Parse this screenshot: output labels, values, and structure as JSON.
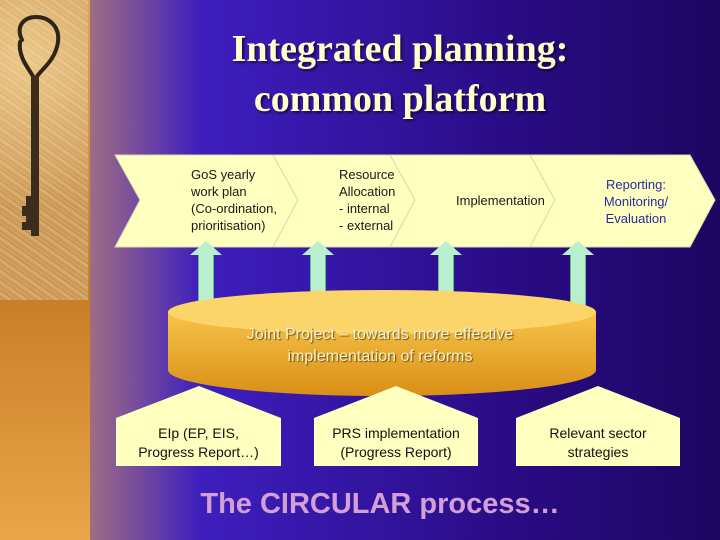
{
  "title": {
    "line1": "Integrated planning:",
    "line2": "common platform"
  },
  "flow_steps": [
    {
      "lines": [
        "GoS yearly",
        "work plan",
        "(Co-ordination,",
        "prioritisation)"
      ]
    },
    {
      "lines": [
        "Resource",
        "Allocation",
        "- internal",
        "- external"
      ]
    },
    {
      "lines": [
        "Implementation"
      ]
    },
    {
      "lines": [
        "Reporting:",
        "Monitoring/",
        "Evaluation"
      ]
    }
  ],
  "joint_project": {
    "line1": "Joint Project – towards more effective",
    "line2": "implementation of reforms"
  },
  "inputs": [
    {
      "line1": "EIp (EP, EIS,",
      "line2": "Progress Report…)"
    },
    {
      "line1": "PRS implementation",
      "line2": "(Progress Report)"
    },
    {
      "line1": "Relevant sector",
      "line2": "strategies"
    }
  ],
  "footer": {
    "word1": "The",
    "word2": "CIRCULAR",
    "word3": "process…"
  },
  "colors": {
    "background": "#3a1bb5",
    "title": "#ffffcc",
    "box_fill": "#ffffc0",
    "arrow_green": "#b8efcf",
    "cylinder": "#f2b230",
    "footer_text": "#d2a0d6"
  }
}
